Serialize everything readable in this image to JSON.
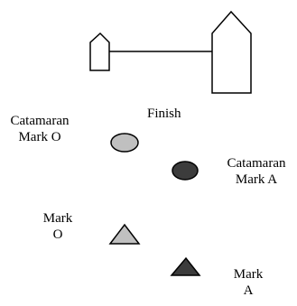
{
  "diagram": {
    "finish_label": "Finish",
    "catamaran_mark_o_label": [
      "Catamaran",
      "Mark O"
    ],
    "catamaran_mark_a_label": [
      "Catamaran",
      "Mark A"
    ],
    "mark_o_label": [
      "Mark",
      "O"
    ],
    "mark_a_label": [
      "Mark",
      "A"
    ],
    "colors": {
      "line": "#000000",
      "catamaran_mark_o_fill": "#c0c0c0",
      "catamaran_mark_a_fill": "#3c3c3c",
      "mark_o_fill": "#c0c0c0",
      "mark_a_fill": "#3c3c3c",
      "boat_fill": "#ffffff"
    }
  }
}
